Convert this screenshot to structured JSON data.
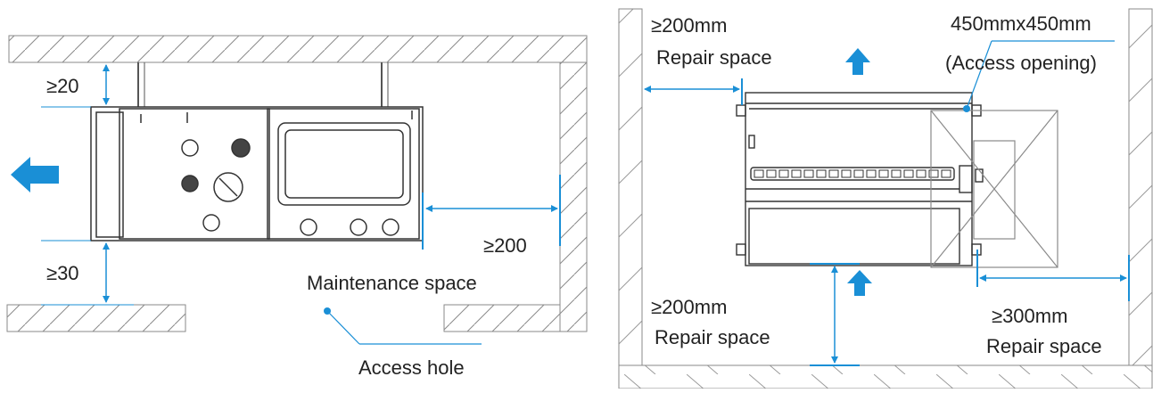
{
  "left_panel": {
    "top_clearance": "≥20",
    "bottom_clearance": "≥30",
    "side_clearance": "≥200",
    "maintenance_label": "Maintenance space",
    "access_label": "Access hole"
  },
  "right_panel": {
    "left_clearance": "≥200mm",
    "left_caption": "Repair space",
    "opening_size": "450mmx450mm",
    "opening_caption": "(Access opening)",
    "bottom_clearance": "≥200mm",
    "bottom_caption": "Repair space",
    "right_clearance": "≥300mm",
    "right_caption": "Repair space"
  },
  "colors": {
    "arrow": "#1a8fd6",
    "wall_line": "#8a8a8a",
    "unit_line": "#333333"
  }
}
